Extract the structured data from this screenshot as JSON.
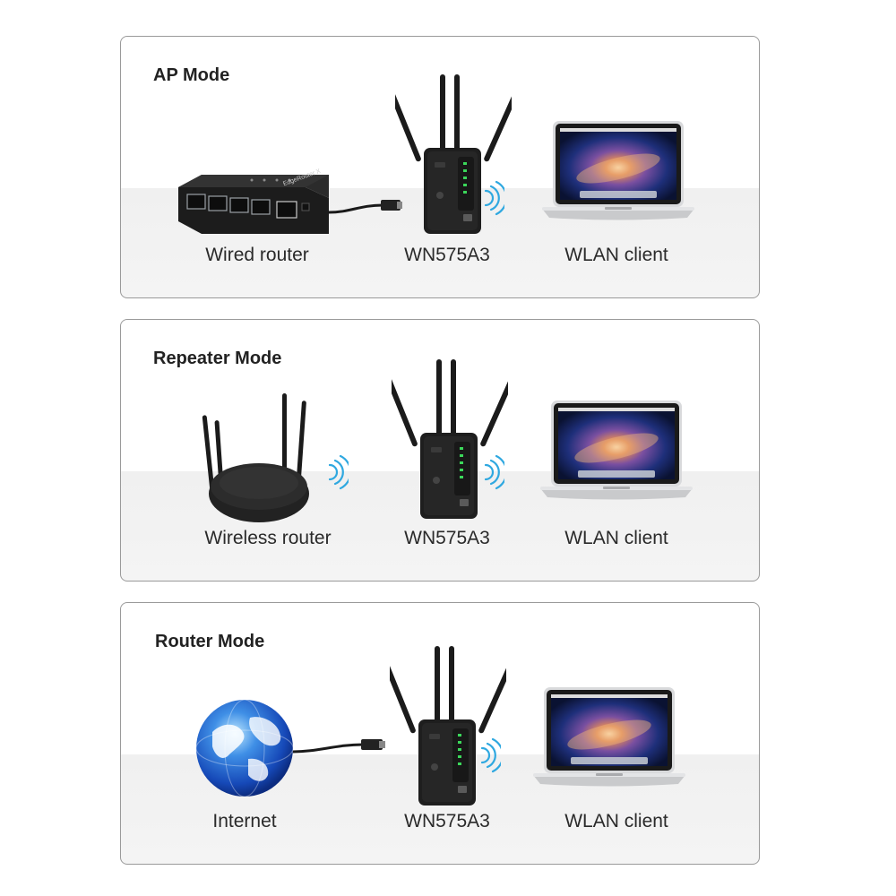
{
  "colors": {
    "signal": "#2fa8e0",
    "device_body": "#1b1b1b",
    "panel_border": "#9a9a9a",
    "text": "#2a2a2a"
  },
  "panels": [
    {
      "title": "AP Mode",
      "source": {
        "label": "Wired router",
        "icon": "wired-router-icon",
        "brand": "EdgeRouter X"
      },
      "device": {
        "label": "WN575A3",
        "icon": "repeater-icon"
      },
      "client": {
        "label": "WLAN client",
        "icon": "laptop-icon"
      }
    },
    {
      "title": "Repeater Mode",
      "source": {
        "label": "Wireless router",
        "icon": "wireless-router-icon"
      },
      "device": {
        "label": "WN575A3",
        "icon": "repeater-icon"
      },
      "client": {
        "label": "WLAN client",
        "icon": "laptop-icon"
      }
    },
    {
      "title": "Router Mode",
      "source": {
        "label": "Internet",
        "icon": "globe-icon"
      },
      "device": {
        "label": "WN575A3",
        "icon": "repeater-icon"
      },
      "client": {
        "label": "WLAN client",
        "icon": "laptop-icon"
      }
    }
  ]
}
